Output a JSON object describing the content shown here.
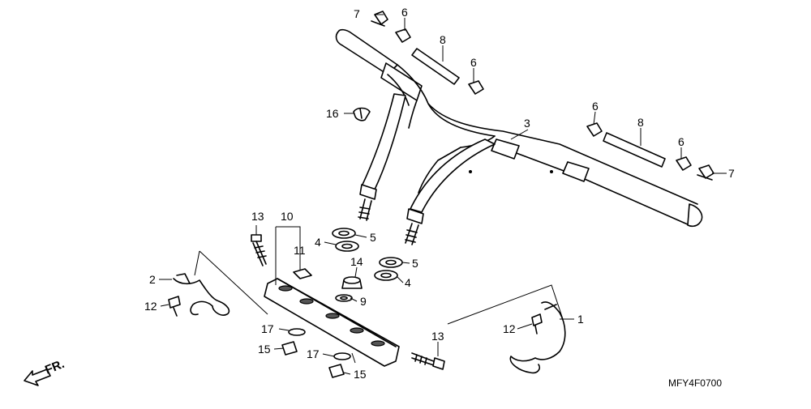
{
  "diagram": {
    "reference_code": "MFY4F0700",
    "direction_label": "FR.",
    "callouts": {
      "c1": "1",
      "c2": "2",
      "c3": "3",
      "c4a": "4",
      "c4b": "4",
      "c5a": "5",
      "c5b": "5",
      "c6a": "6",
      "c6b": "6",
      "c6c": "6",
      "c6d": "6",
      "c7a": "7",
      "c7b": "7",
      "c8a": "8",
      "c8b": "8",
      "c9": "9",
      "c10": "10",
      "c11": "11",
      "c12a": "12",
      "c12b": "12",
      "c13a": "13",
      "c13b": "13",
      "c14": "14",
      "c15a": "15",
      "c15b": "15",
      "c16": "16",
      "c17a": "17",
      "c17b": "17"
    }
  }
}
